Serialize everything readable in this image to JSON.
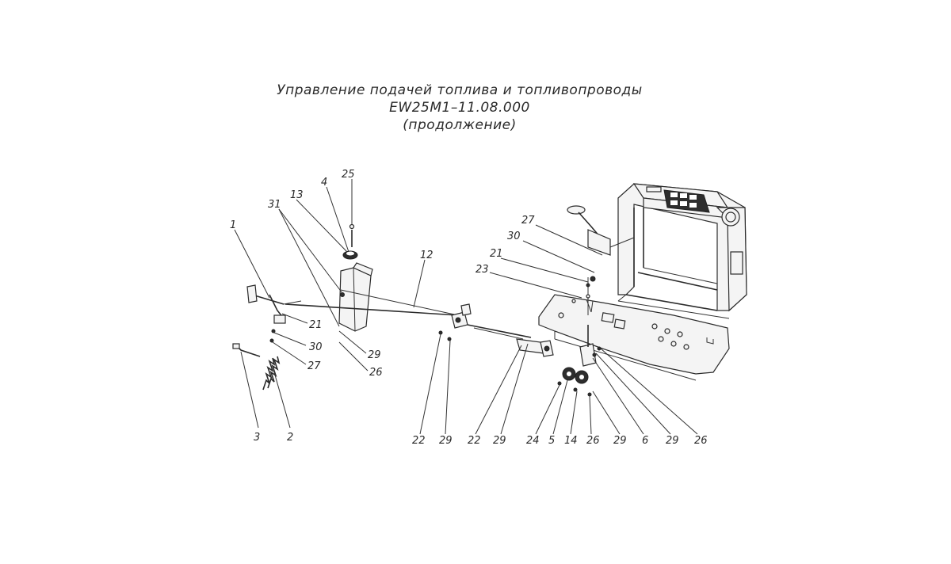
{
  "title": {
    "line1": "Управление подачей топлива и топливопроводы",
    "line2": "EW25M1–11.08.000",
    "line3": "(продолжение)"
  },
  "callouts": {
    "c25": "25",
    "c4": "4",
    "c13": "13",
    "c31": "31",
    "c1": "1",
    "c12": "12",
    "c21a": "21",
    "c30a": "30",
    "c27a": "27",
    "c29a": "29",
    "c26a": "26",
    "c3": "3",
    "c2": "2",
    "c27b": "27",
    "c30b": "30",
    "c21b": "21",
    "c23": "23",
    "c22a": "22",
    "c29b": "29",
    "c22b": "22",
    "c29c": "29",
    "c24": "24",
    "c5": "5",
    "c14": "14",
    "c26b": "26",
    "c29d": "29",
    "c6": "6",
    "c29e": "29",
    "c26c": "26"
  },
  "accent_color": "#2a2a2a",
  "background_color": "#ffffff"
}
